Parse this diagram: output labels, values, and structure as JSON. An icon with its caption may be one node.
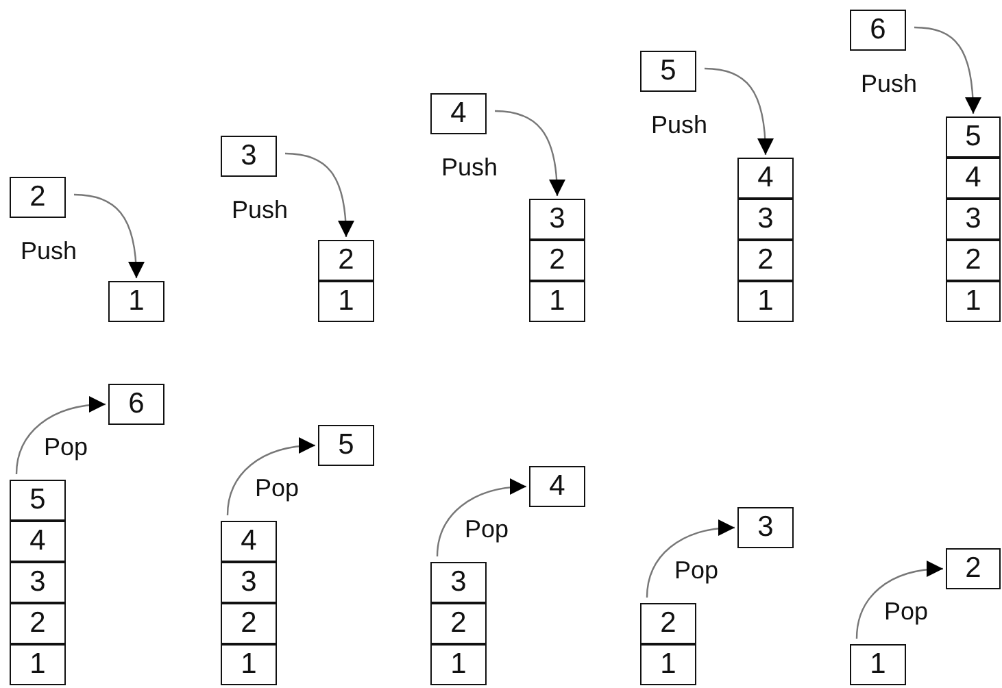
{
  "diagram": {
    "nodes": [
      {
        "text": [
          "2"
        ]
      },
      {
        "text": [
          "1"
        ]
      },
      {
        "text": [
          "3"
        ]
      },
      {
        "text": [
          "2"
        ]
      },
      {
        "text": [
          "1"
        ]
      },
      {
        "text": [
          "4"
        ]
      },
      {
        "text": [
          "3"
        ]
      },
      {
        "text": [
          "2"
        ]
      },
      {
        "text": [
          "1"
        ]
      },
      {
        "text": [
          "5"
        ]
      },
      {
        "text": [
          "4"
        ]
      },
      {
        "text": [
          "3"
        ]
      },
      {
        "text": [
          "2"
        ]
      },
      {
        "text": [
          "1"
        ]
      },
      {
        "text": [
          "6"
        ]
      },
      {
        "text": [
          "5"
        ]
      },
      {
        "text": [
          "4"
        ]
      },
      {
        "text": [
          "3"
        ]
      },
      {
        "text": [
          "2"
        ]
      },
      {
        "text": [
          "1"
        ]
      },
      {
        "text": [
          "6"
        ]
      },
      {
        "text": [
          "5"
        ]
      },
      {
        "text": [
          "4"
        ]
      },
      {
        "text": [
          "3"
        ]
      },
      {
        "text": [
          "2"
        ]
      },
      {
        "text": [
          "1"
        ]
      },
      {
        "text": [
          "5"
        ]
      },
      {
        "text": [
          "4"
        ]
      },
      {
        "text": [
          "3"
        ]
      },
      {
        "text": [
          "2"
        ]
      },
      {
        "text": [
          "1"
        ]
      },
      {
        "text": [
          "4"
        ]
      },
      {
        "text": [
          "3"
        ]
      },
      {
        "text": [
          "2"
        ]
      },
      {
        "text": [
          "1"
        ]
      },
      {
        "text": [
          "3"
        ]
      },
      {
        "text": [
          "2"
        ]
      },
      {
        "text": [
          "1"
        ]
      },
      {
        "text": [
          "2"
        ]
      },
      {
        "text": [
          "1"
        ]
      }
    ],
    "edges": [
      {
        "from": 0,
        "to": 1,
        "label": "Push",
        "arrow": "to"
      },
      {
        "from": 2,
        "to": 3,
        "label": "Push",
        "arrow": "to"
      },
      {
        "from": 5,
        "to": 6,
        "label": "Push",
        "arrow": "to"
      },
      {
        "from": 9,
        "to": 10,
        "label": "Push",
        "arrow": "to"
      },
      {
        "from": 14,
        "to": 15,
        "label": "Push",
        "arrow": "to"
      },
      {
        "from": 21,
        "to": 20,
        "label": "Pop",
        "arrow": "to"
      },
      {
        "from": 27,
        "to": 26,
        "label": "Pop",
        "arrow": "to"
      },
      {
        "from": 32,
        "to": 31,
        "label": "Pop",
        "arrow": "to"
      },
      {
        "from": 36,
        "to": 35,
        "label": "Pop",
        "arrow": "to"
      },
      {
        "from": 39,
        "to": 38,
        "label": "Pop",
        "arrow": "to"
      }
    ]
  }
}
